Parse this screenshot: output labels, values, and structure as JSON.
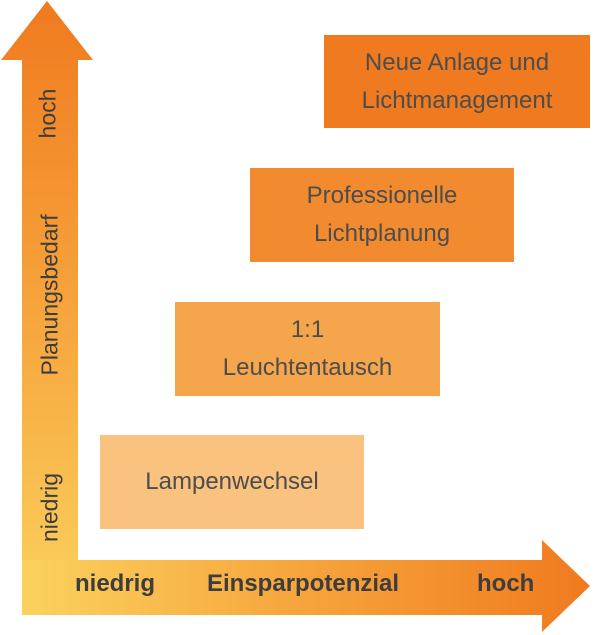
{
  "y_axis": {
    "label": "Planungsbedarf",
    "low": "niedrig",
    "high": "hoch"
  },
  "x_axis": {
    "label": "Einsparpotenzial",
    "low": "niedrig",
    "high": "hoch"
  },
  "boxes": [
    {
      "line1": "Neue Anlage und",
      "line2": "Lichtmanagement",
      "color": "#f07a1f"
    },
    {
      "line1": "Professionelle",
      "line2": "Lichtplanung",
      "color": "#f28b30"
    },
    {
      "line1": "1:1",
      "line2": "Leuchtentausch",
      "color": "#f5a54b"
    },
    {
      "line1": "Lampenwechsel",
      "line2": "",
      "color": "#f9c27f"
    }
  ]
}
